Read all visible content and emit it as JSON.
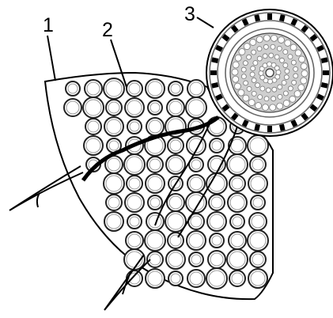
{
  "labels": [
    {
      "id": "1",
      "text": "1"
    },
    {
      "id": "2",
      "text": "2"
    },
    {
      "id": "3",
      "text": "3"
    }
  ],
  "colors": {
    "line": "#000000",
    "background": "#ffffff",
    "inner_ring": "#9a9a9a",
    "stele_shade": "#cfcfcf"
  }
}
